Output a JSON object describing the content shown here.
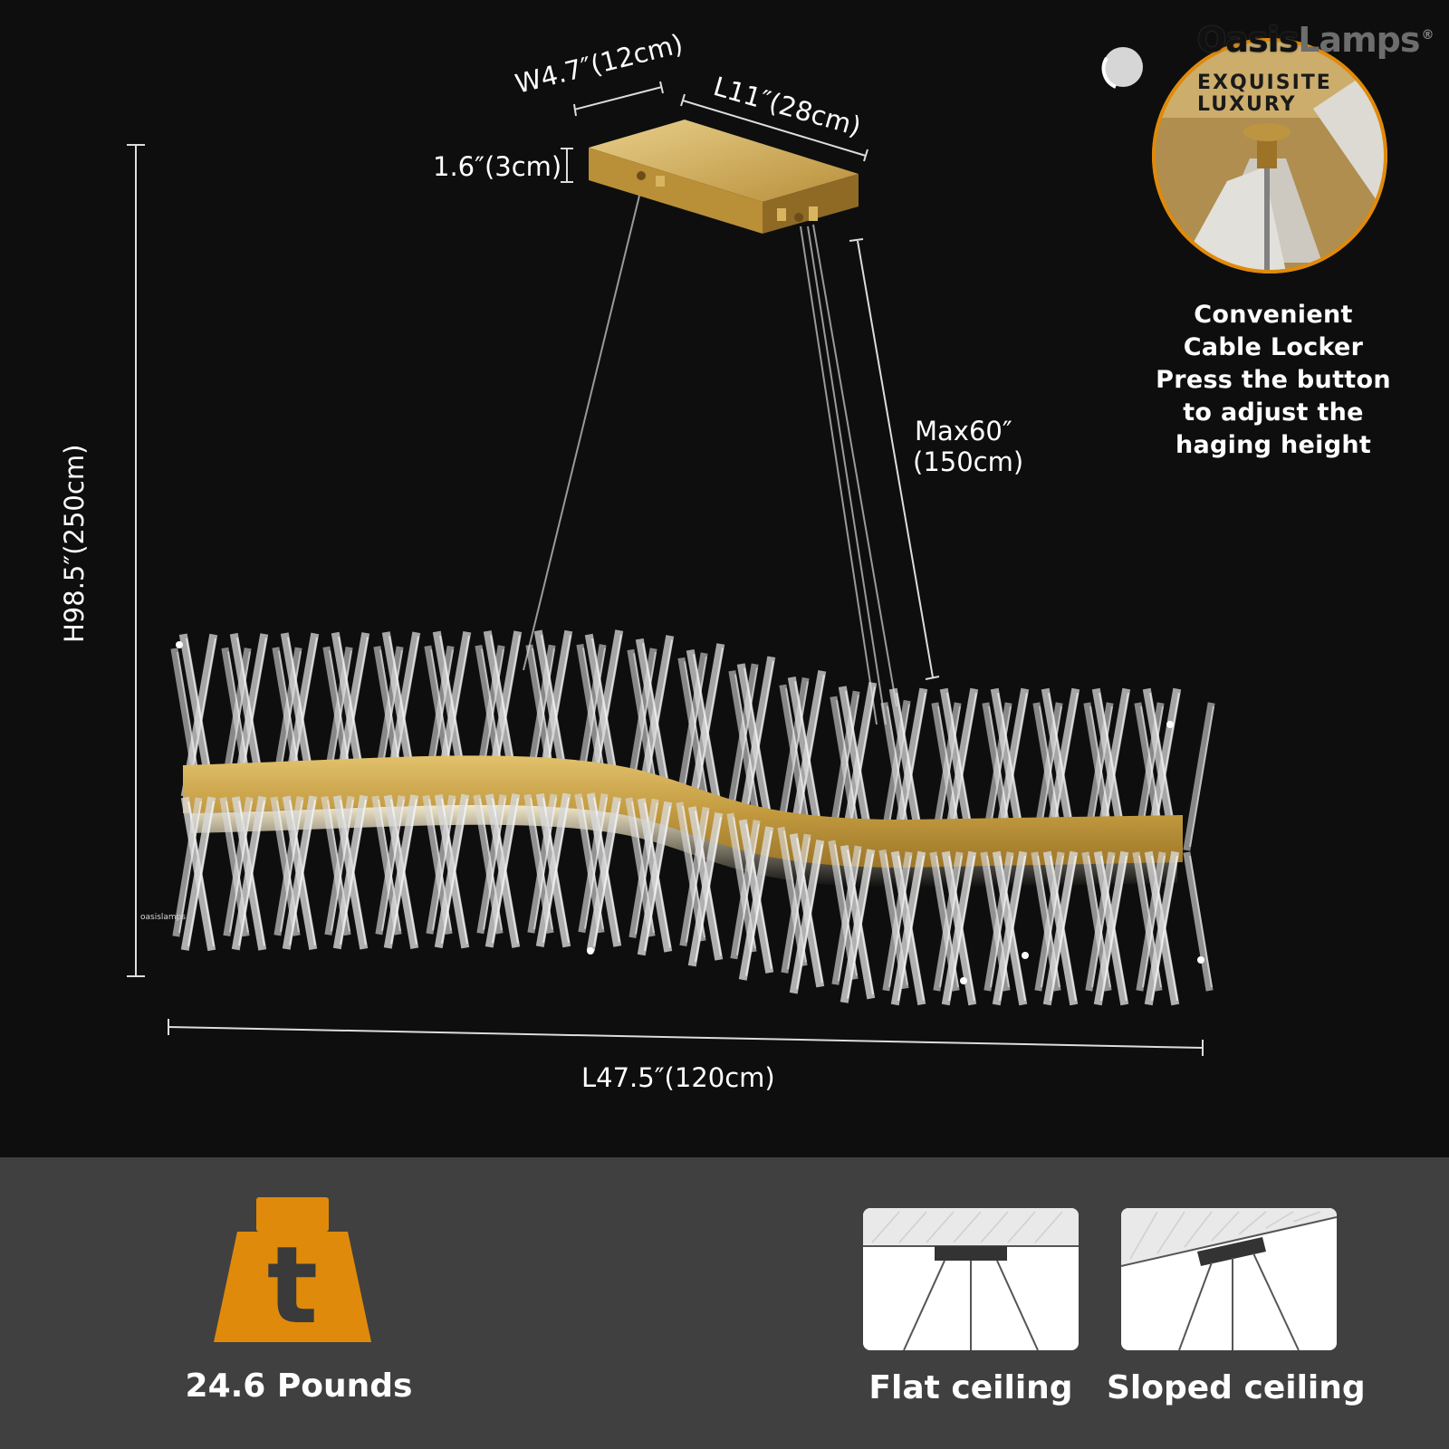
{
  "brand": {
    "name_part1": "Oasis",
    "name_part2": "Lamps",
    "registered_mark": "®"
  },
  "badge": {
    "line1": "EXQUISITE",
    "line2": "LUXURY"
  },
  "cable_locker": {
    "lines": [
      "Convenient",
      "Cable Locker",
      "Press the button",
      "to adjust the",
      "haging height"
    ]
  },
  "dimensions": {
    "canopy_width": "W4.7″(12cm)",
    "canopy_length": "L11″(28cm)",
    "canopy_height": "1.6″(3cm)",
    "max_drop_line1": "Max60″",
    "max_drop_line2": "(150cm)",
    "total_height": "H98.5″(250cm)",
    "total_length": "L47.5″(120cm)"
  },
  "watermark": "oasislamps",
  "specs": {
    "weight_icon": "weight-icon",
    "weight_glyph": "t",
    "weight_label": "24.6 Pounds",
    "flat_label": "Flat ceiling",
    "sloped_label": "Sloped ceiling"
  },
  "colors": {
    "gold": "#c9a24a",
    "weight_orange": "#e08a0b",
    "bottom_panel": "#404040",
    "background": "#0e0e0e"
  }
}
